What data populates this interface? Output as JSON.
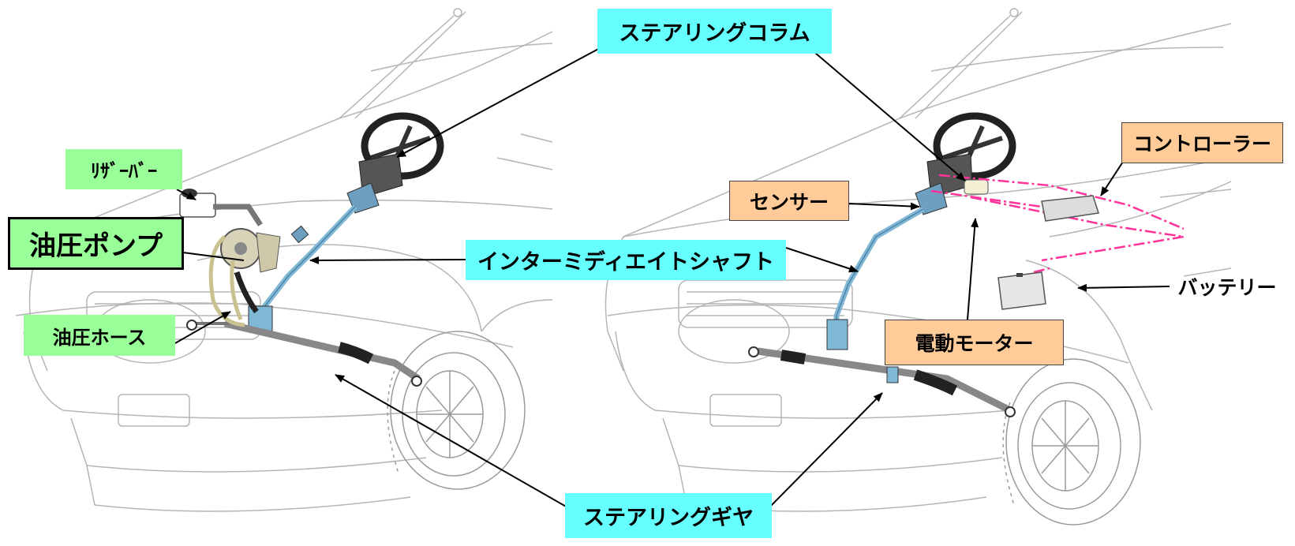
{
  "labels": {
    "steering_column": "ステアリングコラム",
    "reservoir": "ﾘｻﾞｰﾊﾞｰ",
    "hydraulic_pump": "油圧ポンプ",
    "intermediate_shaft": "インターミディエイトシャフト",
    "hydraulic_hose": "油圧ホース",
    "steering_gear": "ステアリングギヤ",
    "controller": "コントローラー",
    "sensor": "センサー",
    "battery": "バッテリー",
    "electric_motor": "電動モーター"
  },
  "colors": {
    "cyan_box": "#66ffff",
    "green_box": "#99ff99",
    "orange_box": "#ffcc99",
    "shaft_blue": "#7fb7d6",
    "wire_pink": "#ff3399"
  }
}
